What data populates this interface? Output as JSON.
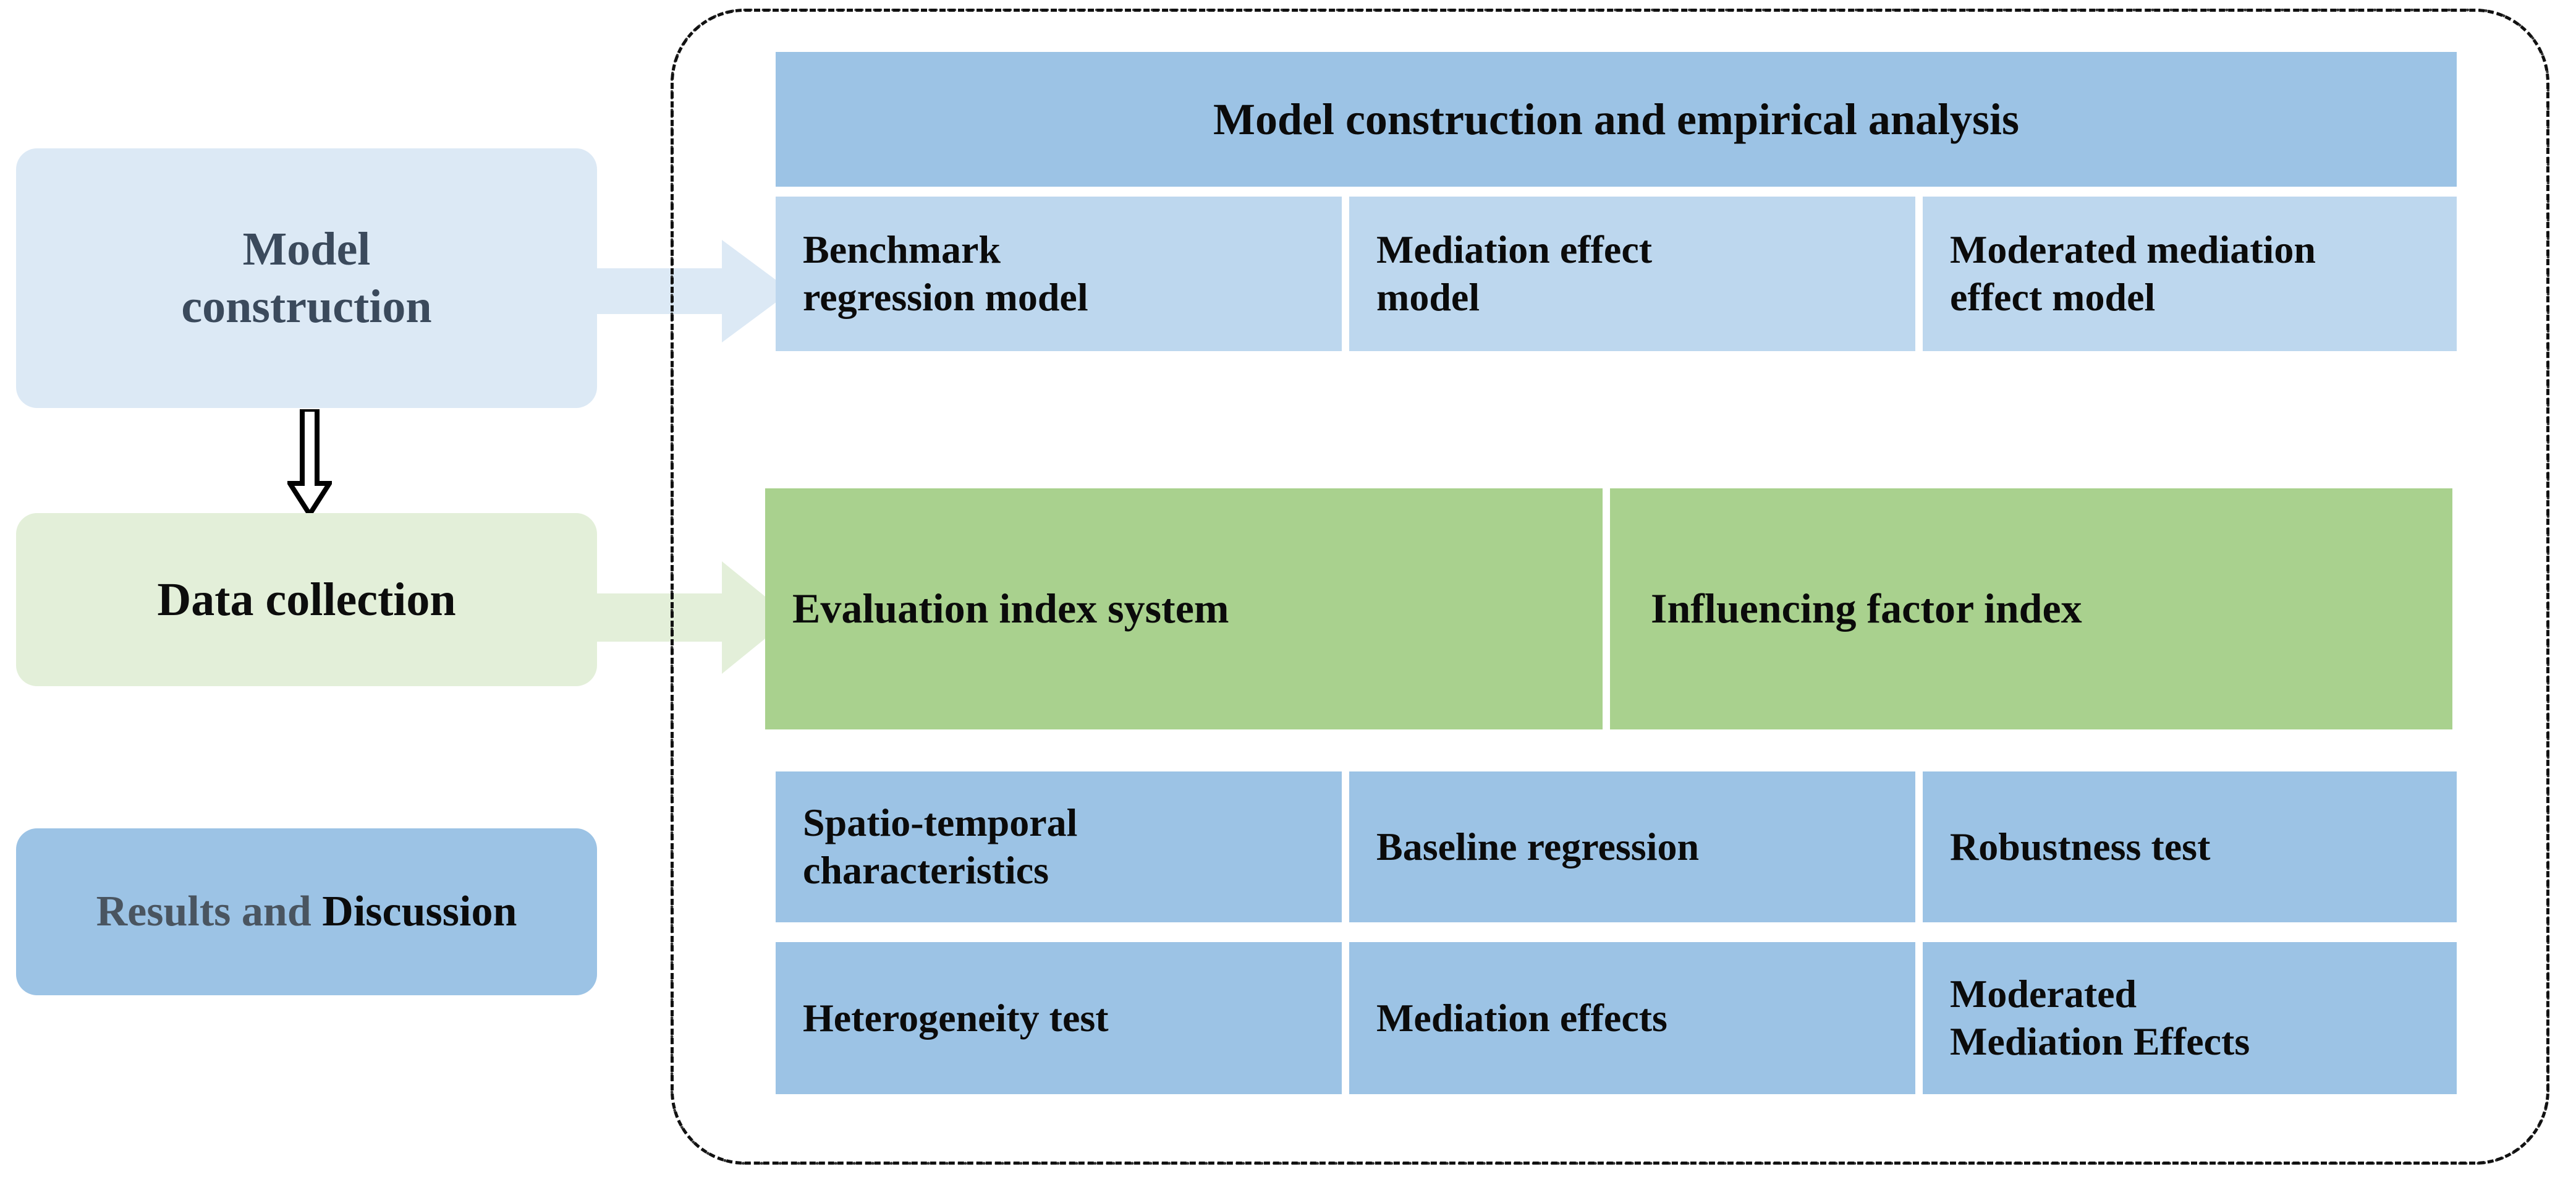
{
  "left_column": {
    "cards": [
      {
        "id": "model-construction",
        "label": "Model\nconstruction",
        "fill": "#dce9f5",
        "text_color": "#3b4a5c"
      },
      {
        "id": "data-collection",
        "label": "Data collection",
        "fill": "#e3efd9",
        "text_color": "#0d0d0d"
      },
      {
        "id": "results-discussion",
        "label_part_a": "Results and ",
        "label_part_b": "Discussion",
        "fill": "#9cc3e5",
        "text_color_a": "#4a5560",
        "text_color_b": "#0b0b0b"
      }
    ],
    "connectors": [
      {
        "id": "down-arrow",
        "icon": "arrow-down-outline-icon",
        "color": "#000000"
      },
      {
        "id": "arrow-to-model-row",
        "icon": "block-arrow-right-icon",
        "color": "#dce9f5"
      },
      {
        "id": "arrow-to-data-row",
        "icon": "block-arrow-right-icon",
        "color": "#e3efd9"
      }
    ]
  },
  "panel": {
    "border_style": "dash-dot",
    "border_color": "#111111",
    "header": {
      "title": "Model construction and empirical analysis",
      "fill": "#9cc3e5"
    },
    "model_row": {
      "fill": "#bdd7ee",
      "cells": [
        "Benchmark\nregression model",
        "Mediation effect\nmodel",
        "Moderated mediation\neffect model"
      ]
    },
    "index_row": {
      "fill": "#a9d18e",
      "cells": [
        "Evaluation index system",
        "Influencing factor index"
      ]
    },
    "results_row_1": {
      "fill": "#9cc3e5",
      "cells": [
        "Spatio-temporal\ncharacteristics",
        "Baseline regression",
        "Robustness test"
      ]
    },
    "results_row_2": {
      "fill": "#9cc3e5",
      "cells": [
        "Heterogeneity test",
        "Mediation effects",
        "Moderated\nMediation Effects"
      ]
    }
  }
}
